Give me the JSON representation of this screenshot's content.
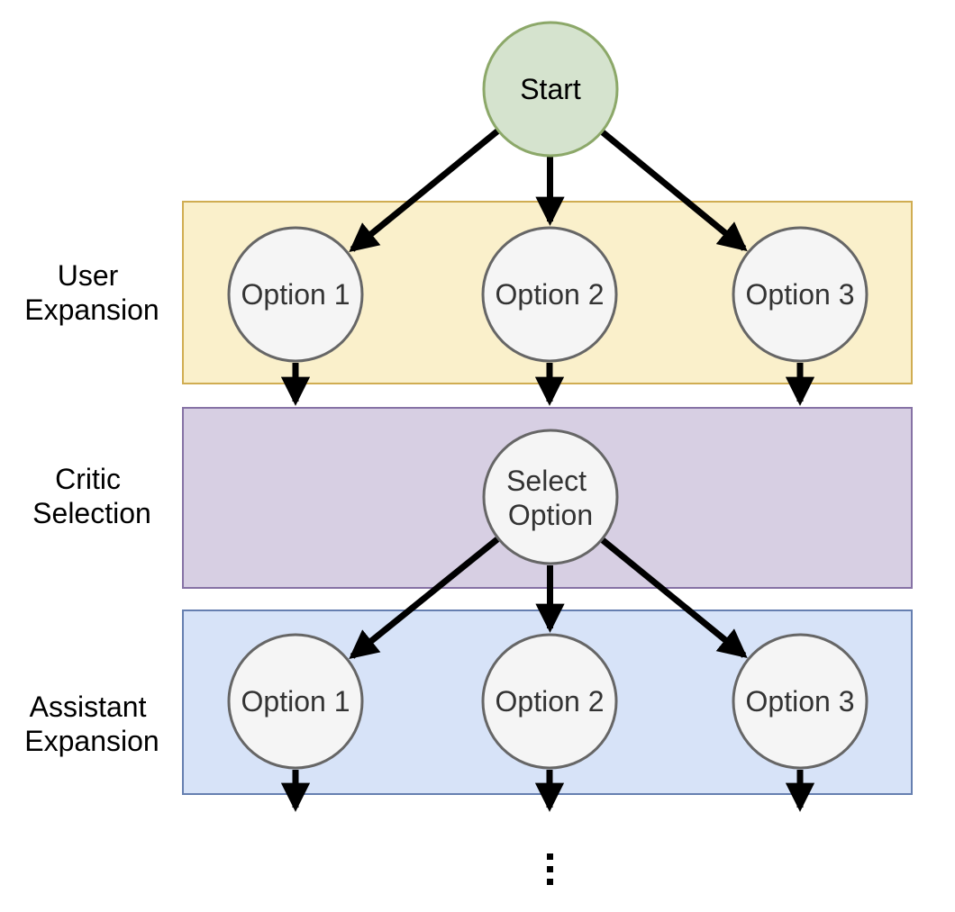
{
  "diagram": {
    "nodes": {
      "start": "Start",
      "user_options": [
        "Option 1",
        "Option 2",
        "Option 3"
      ],
      "critic_select_lines": [
        "Select",
        "Option"
      ],
      "assistant_options": [
        "Option 1",
        "Option 2",
        "Option 3"
      ]
    },
    "bands": {
      "user": {
        "label_lines": [
          "User",
          "Expansion"
        ],
        "fill": "#faf0cb",
        "stroke": "#d0ad52"
      },
      "critic": {
        "label_lines": [
          "Critic",
          "Selection"
        ],
        "fill": "#d7cfe3",
        "stroke": "#8672a5"
      },
      "assistant": {
        "label_lines": [
          "Assistant",
          "Expansion"
        ],
        "fill": "#d7e3f8",
        "stroke": "#667fb0"
      }
    },
    "colors": {
      "start_fill": "#d5e3ce",
      "start_stroke": "#8ca869",
      "node_fill": "#f5f5f5",
      "node_stroke": "#666666",
      "node_text": "#333333",
      "start_text": "#000000",
      "label_text": "#000000",
      "arrow": "#000000",
      "background": "#ffffff"
    },
    "ellipsis": "⋮"
  }
}
